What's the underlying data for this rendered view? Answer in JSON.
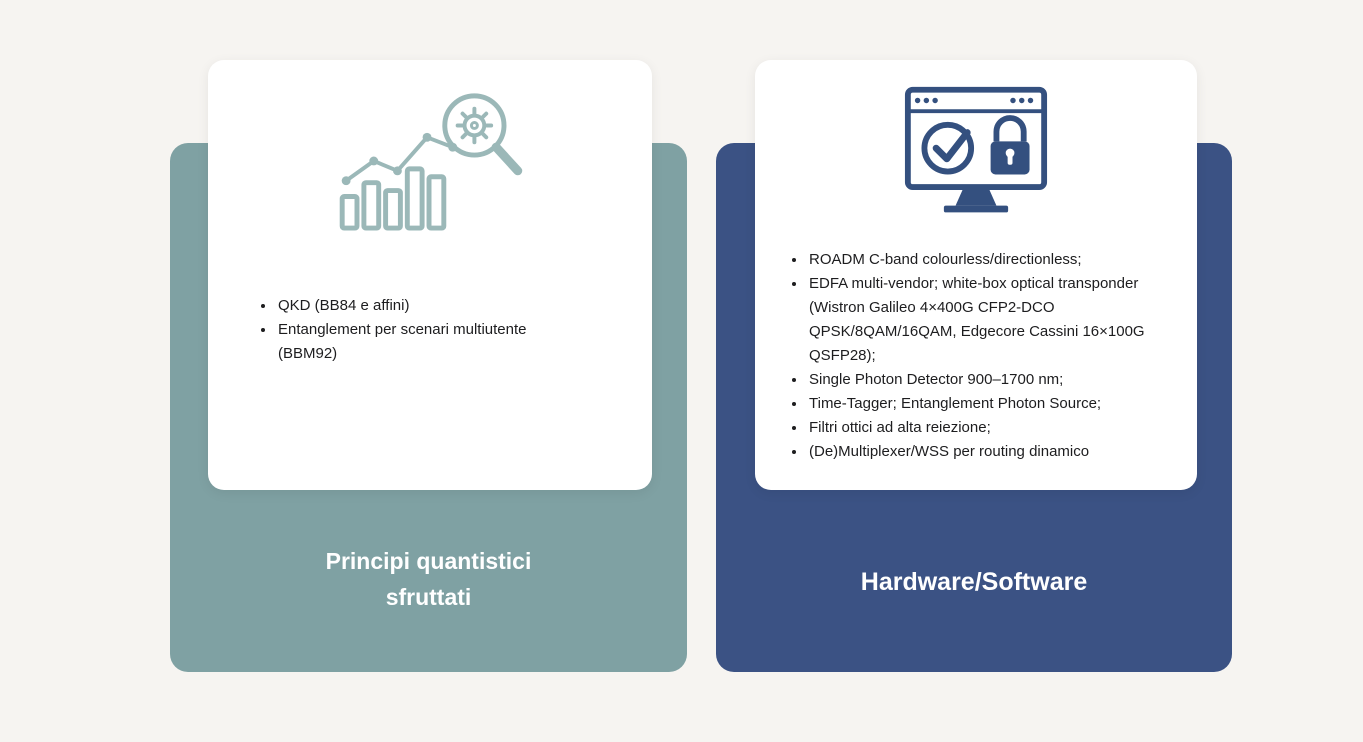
{
  "background_color": "#f6f4f1",
  "cards": [
    {
      "title": "Principi quantistici sfruttati",
      "panel_color": "#7fa1a3",
      "icon": "chart-magnifier-icon",
      "icon_color": "#9bb8b8",
      "bullets": [
        "QKD (BB84 e affini)",
        "Entanglement per scenari multiutente (BBM92)"
      ]
    },
    {
      "title": "Hardware/Software",
      "panel_color": "#3b5284",
      "icon": "secure-monitor-icon",
      "icon_color": "#34507f",
      "bullets": [
        "ROADM C-band colourless/directionless;",
        "EDFA multi-vendor; white-box optical transponder (Wistron Galileo 4×400G CFP2-DCO QPSK/8QAM/16QAM, Edgecore Cassini 16×100G QSFP28);",
        "Single Photon Detector 900–1700 nm;",
        "Time-Tagger; Entanglement Photon Source;",
        "Filtri ottici ad alta reiezione;",
        "(De)Multiplexer/WSS per routing dinamico"
      ]
    }
  ]
}
